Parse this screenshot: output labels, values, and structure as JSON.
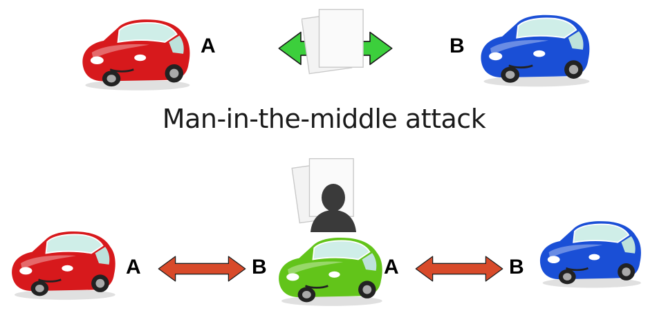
{
  "caption": "Man-in-the-middle attack",
  "top_row": {
    "left_label": "A",
    "right_label": "B",
    "left_car_color": "#d7191c",
    "right_car_color": "#1a4fd6",
    "arrow_color": "#3ccf3c",
    "icons": [
      "car-icon",
      "documents-icon",
      "double-arrow-icon",
      "car-icon"
    ]
  },
  "bottom_row": {
    "label_a1": "A",
    "label_b1": "B",
    "label_a2": "A",
    "label_b2": "B",
    "left_car_color": "#d7191c",
    "middle_car_color": "#62c41a",
    "right_car_color": "#1a4fd6",
    "arrow_color": "#d84a2a",
    "attacker_color": "#3a3a3a",
    "icons": [
      "car-icon",
      "double-arrow-icon",
      "car-icon",
      "attacker-icon",
      "documents-icon",
      "double-arrow-icon",
      "car-icon"
    ]
  }
}
